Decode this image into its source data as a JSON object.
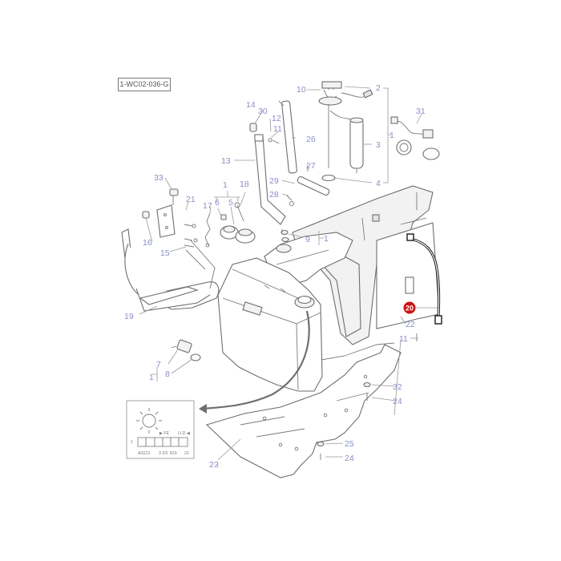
{
  "reference_code": "1-WC02-036-G",
  "highlighted_part": "20",
  "callouts": {
    "c1a": "1",
    "c1b": "1",
    "c1c": "1",
    "c1d": "1",
    "c2": "2",
    "c3": "3",
    "c4": "4",
    "c5": "5",
    "c6": "6",
    "c7": "7",
    "c8": "8",
    "c9": "9",
    "c10": "10",
    "c11": "11",
    "c12": "12",
    "c13": "13",
    "c14": "14",
    "c15": "15",
    "c16": "16",
    "c17": "17",
    "c18": "18",
    "c19": "19",
    "c20": "20",
    "c21": "21",
    "c22": "22",
    "c23": "23",
    "c24a": "24",
    "c24b": "24",
    "c25": "25",
    "c26": "26",
    "c27": "27",
    "c28": "28",
    "c29": "29",
    "c30": "30",
    "c31": "31",
    "c32": "32",
    "c33": "33"
  },
  "decal": {
    "row1_left": "▶ FE",
    "row1_right": "LI.D ◀",
    "bottom_cells": [
      "AGCO",
      "3 2/2",
      "819",
      "22"
    ],
    "side_mark": "1"
  },
  "colors": {
    "callout": "#8a8fc8",
    "highlight_badge": "#cc1111",
    "line_art": "#6e6e6e",
    "hose": "#1a1a1a"
  }
}
